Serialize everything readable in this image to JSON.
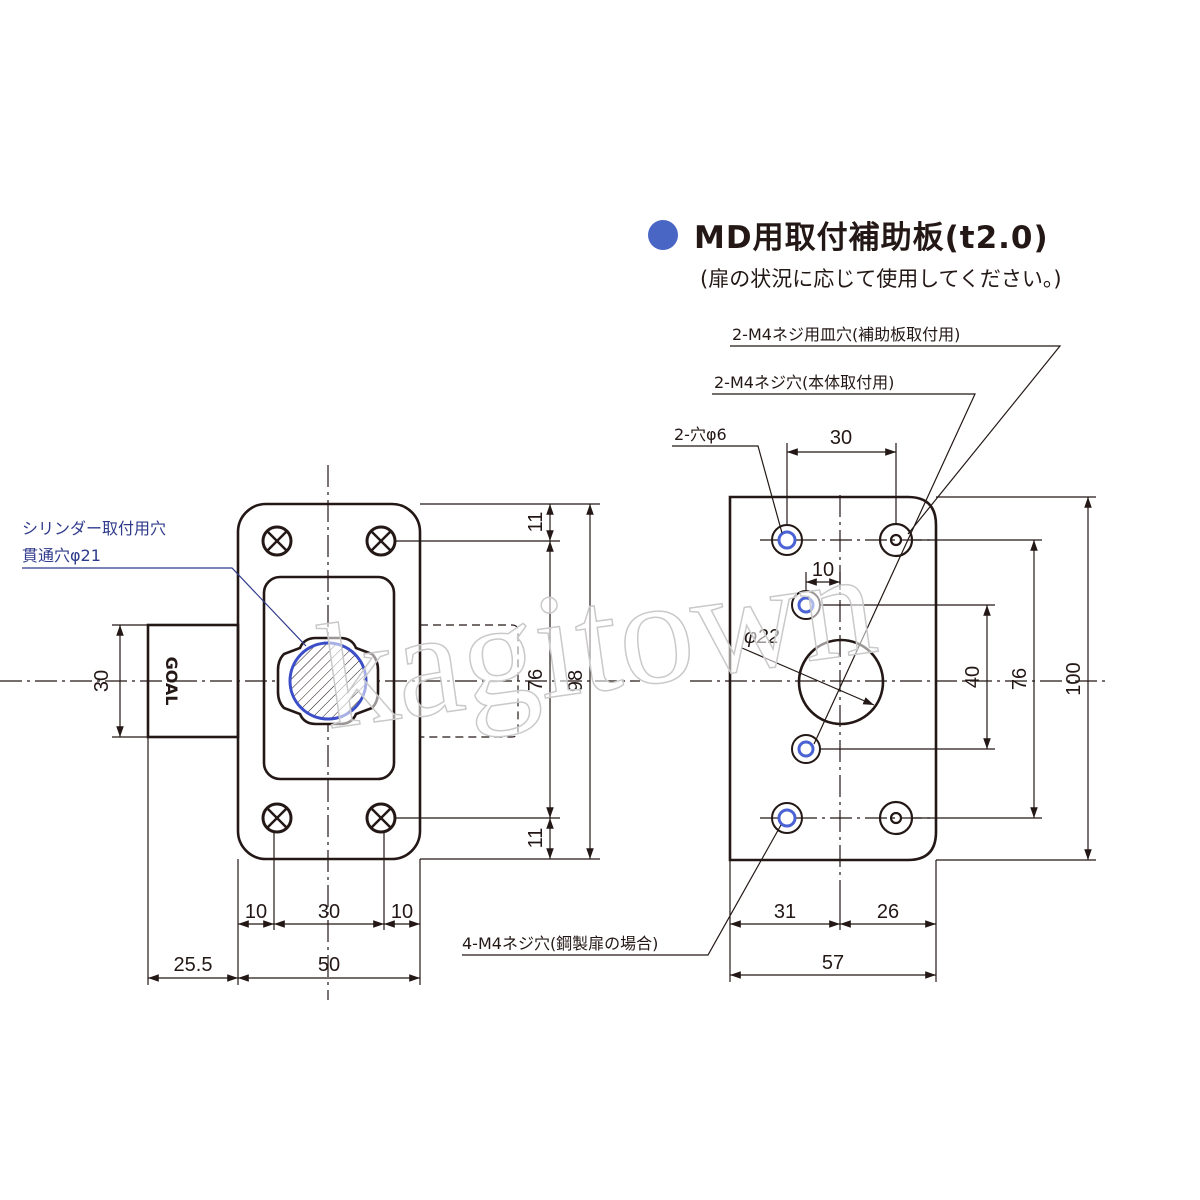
{
  "section": {
    "title": "MD用取付補助板(t2.0)",
    "subtitle": "(扉の状況に応じて使用してください。)",
    "bullet_color": "#4a66c4"
  },
  "watermark": "kagitown",
  "left_view": {
    "callout_line1": "シリンダー取付用穴",
    "callout_line2": "貫通穴φ21",
    "logo": "GOAL",
    "dims": {
      "top_margin": "11",
      "bottom_margin": "11",
      "inner_height": "76",
      "total_height": "98",
      "bolt_width": "30",
      "left_edge": "10",
      "center": "30",
      "right_edge": "10",
      "protrusion": "25.5",
      "body_width": "50"
    }
  },
  "right_view": {
    "labels": {
      "countersunk": "2-M4ネジ用皿穴(補助板取付用)",
      "body_screw": "2-M4ネジ穴(本体取付用)",
      "hole6": "2-穴φ6",
      "steel_door": "4-M4ネジ穴(鋼製扉の場合)"
    },
    "dims": {
      "hole_pitch": "30",
      "offset": "10",
      "big_hole": "φ22",
      "inner_pitch": "40",
      "outer_pitch": "76",
      "total_height": "100",
      "left_part": "31",
      "right_part": "26",
      "total_width": "57"
    }
  }
}
